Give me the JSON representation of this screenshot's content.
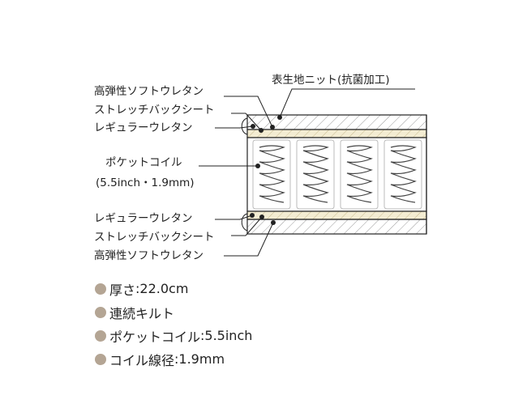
{
  "labels": {
    "top_soft": "高弾性ソフトウレタン",
    "top_stretch": "ストレッチバックシート",
    "top_regular": "レギュラーウレタン",
    "pocket": "ポケットコイル",
    "pocket_size": "(5.5inch・1.9mm)",
    "bottom_regular": "レギュラーウレタン",
    "bottom_stretch": "ストレッチバックシート",
    "bottom_soft": "高弾性ソフトウレタン",
    "fabric": "表生地ニット(抗菌加工)"
  },
  "specs": [
    {
      "label": "厚さ",
      "value": "22.0cm"
    },
    {
      "label": "連続キルト",
      "value": ""
    },
    {
      "label": "ポケットコイル",
      "value": "5.5inch"
    },
    {
      "label": "コイル線径",
      "value": "1.9mm"
    }
  ],
  "colors": {
    "bullet": "#b4a594",
    "cream_layer": "#f3ecd2",
    "outline": "#222222",
    "hatch": "#9a9a9a"
  }
}
